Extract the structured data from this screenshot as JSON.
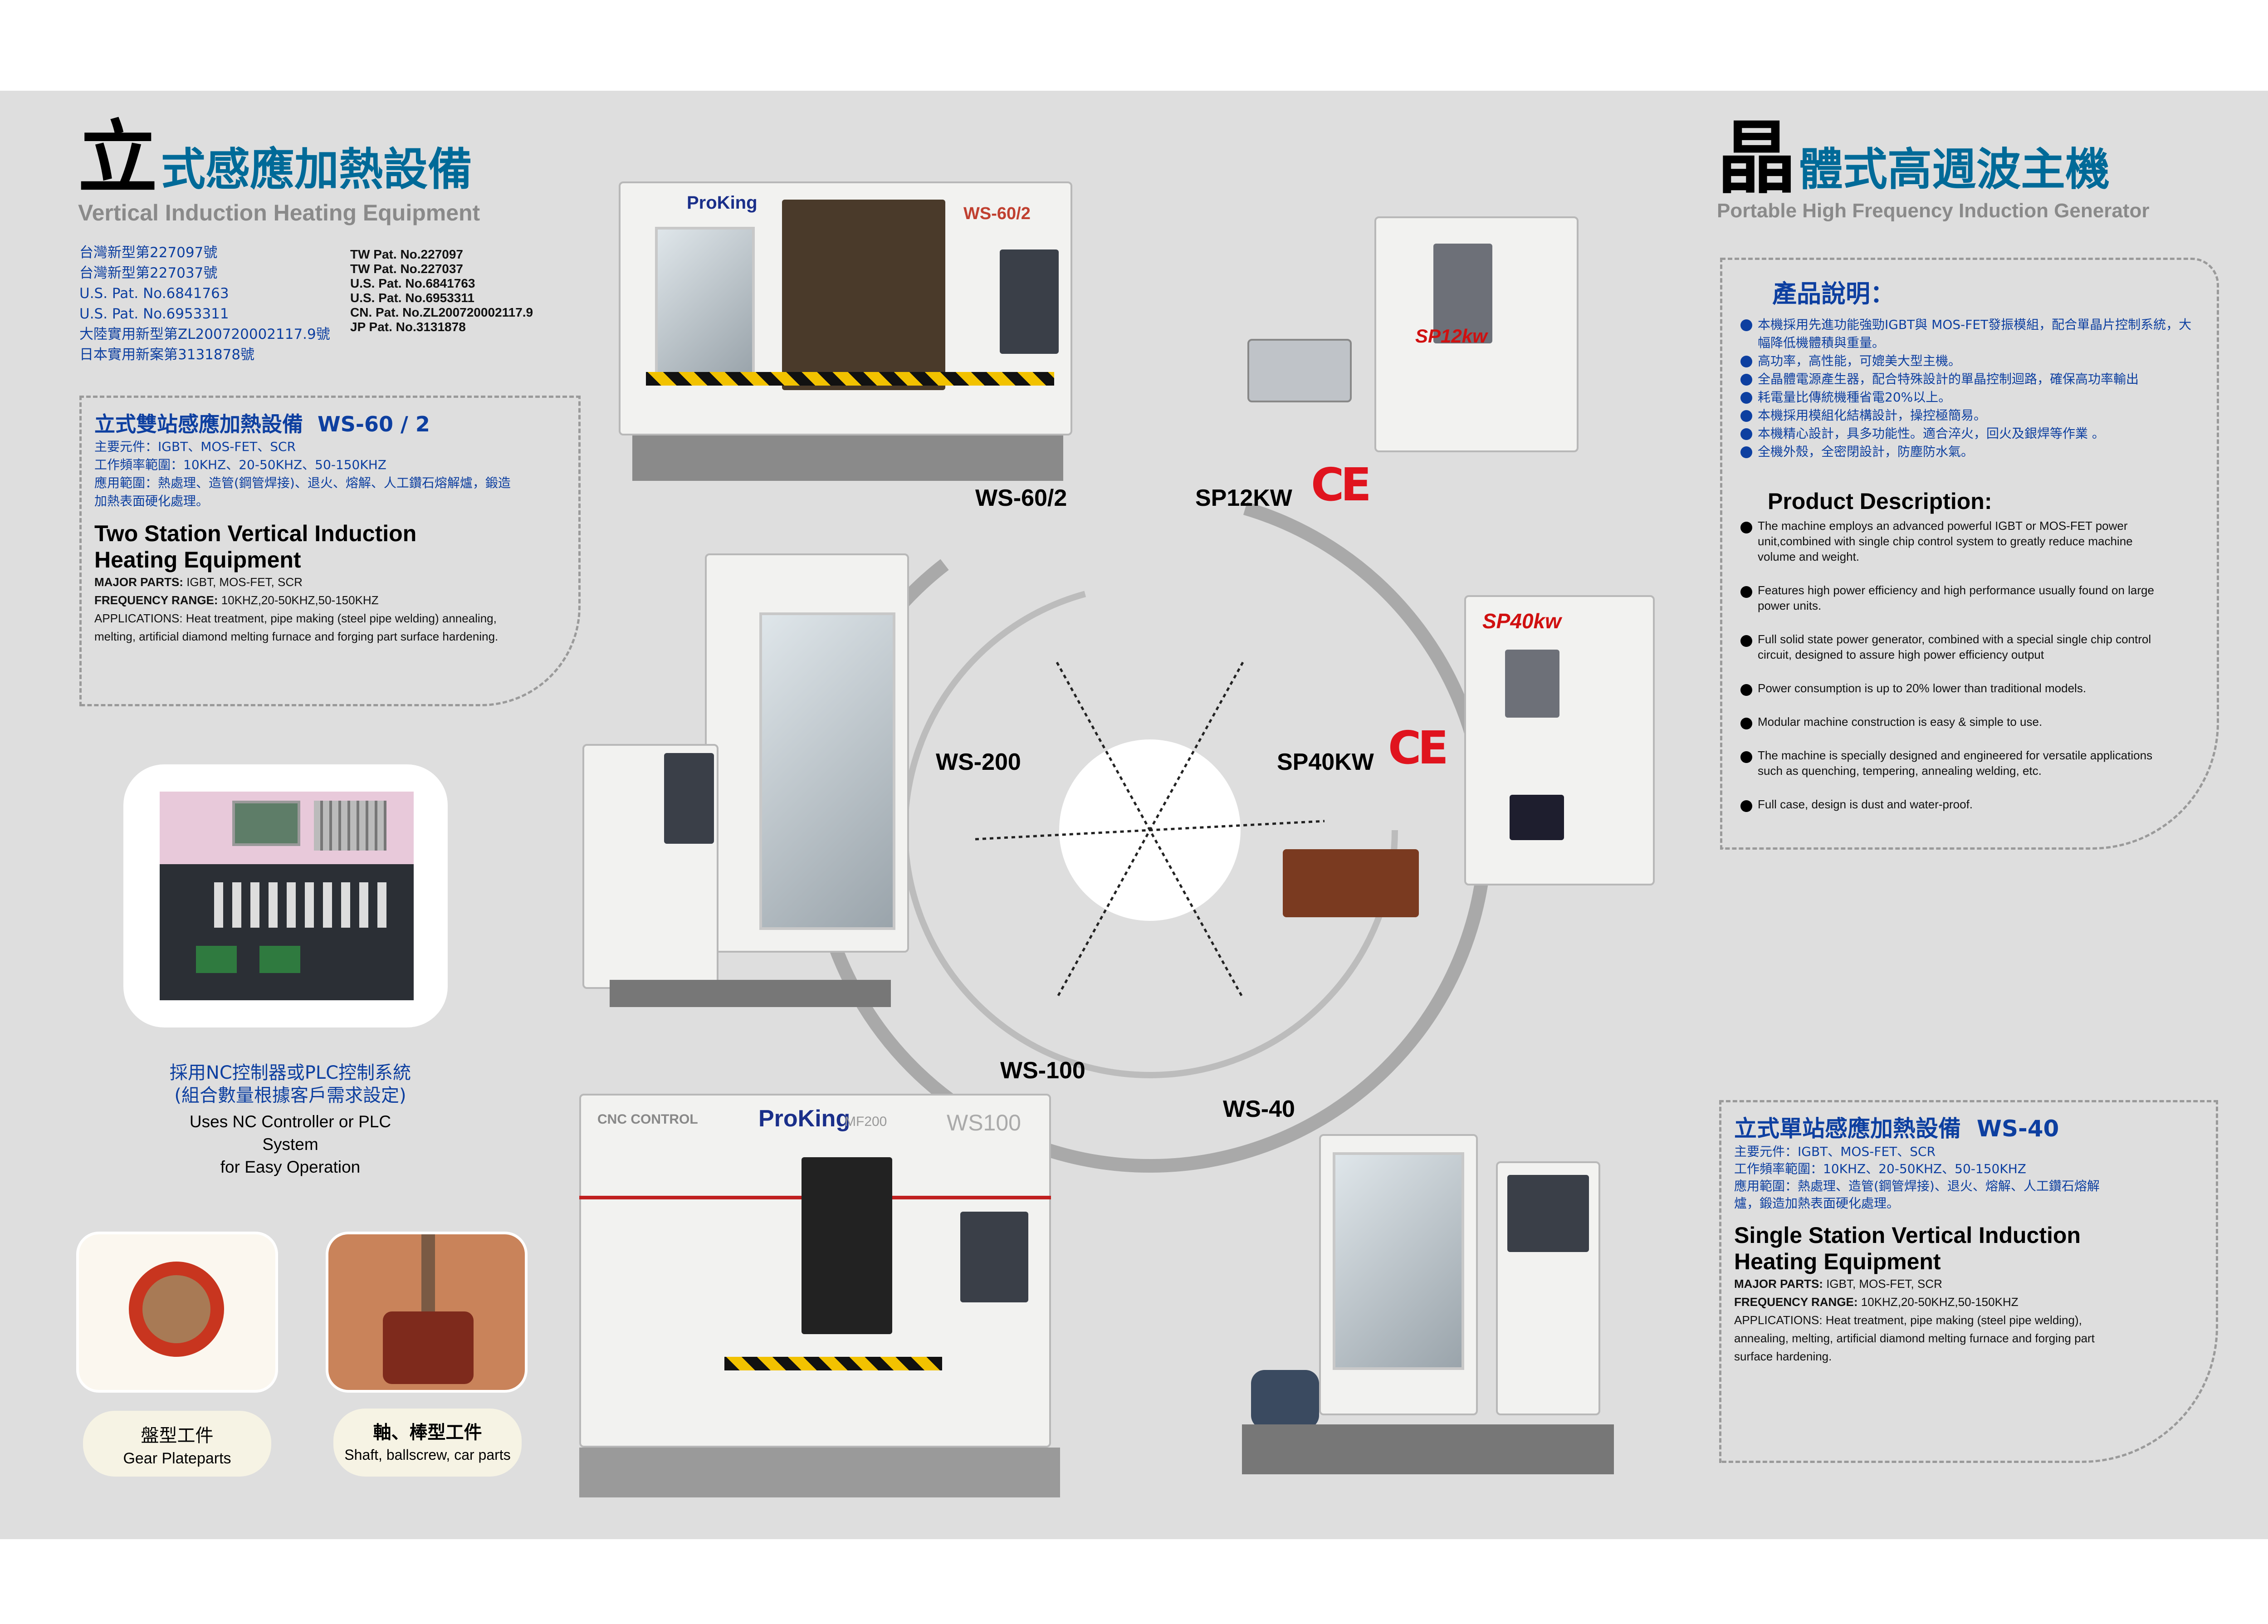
{
  "left_header": {
    "initial": "立",
    "title_rest": "式感應加熱設備",
    "subtitle": "Vertical Induction Heating Equipment"
  },
  "patents_zh": [
    "台灣新型第227097號",
    "台灣新型第227037號",
    "U.S. Pat. No.6841763",
    "U.S. Pat. No.6953311",
    "大陸實用新型第ZL200720002117.9號",
    "日本實用新案第3131878號"
  ],
  "patents_en": [
    "TW Pat. No.227097",
    "TW Pat. No.227037",
    "U.S. Pat. No.6841763",
    "U.S. Pat. No.6953311",
    "CN. Pat. No.ZL200720002117.9",
    "JP Pat. No.3131878"
  ],
  "ws60": {
    "zh_title": "立式雙站感應加熱設備",
    "model": "WS-60 / 2",
    "zh_parts": "主要元件：IGBT、MOS-FET、SCR",
    "zh_freq": "工作頻率範圍：10KHZ、20-50KHZ、50-150KHZ",
    "zh_app": "應用範圍：熱處理、造管(鋼管焊接)、退火、熔解、人工鑽石熔解爐，鍛造加熱表面硬化處理。",
    "en_title": "Two Station Vertical Induction Heating Equipment",
    "parts_label": "MAJOR PARTS:",
    "parts": " IGBT, MOS-FET, SCR",
    "freq_label": "FREQUENCY RANGE:",
    "freq": " 10KHZ,20-50KHZ,50-150KHZ",
    "app": "APPLICATIONS: Heat treatment, pipe making (steel pipe welding) annealing, melting, artificial diamond melting furnace and forging part surface hardening."
  },
  "right_header": {
    "initial": "晶",
    "title_rest": "體式高週波主機",
    "subtitle": "Portable High Frequency Induction Generator"
  },
  "desc": {
    "zh_heading": "產品說明：",
    "zh_items": [
      "本機採用先進功能強勁IGBT與 MOS-FET發振模組，配合單晶片控制系統，大幅降低機體積與重量。",
      "高功率，高性能，可媲美大型主機。",
      "全晶體電源產生器，配合特殊設計的單晶控制迴路，確保高功率輸出",
      "耗電量比傳統機種省電20%以上。",
      "本機採用模組化結構設計，操控極簡易。",
      "本機精心設計，具多功能性。適合淬火，回火及銀焊等作業 。",
      "全機外殼，全密閉設計，防塵防水氣。"
    ],
    "en_heading": "Product Description:",
    "en_items": [
      "The machine employs an advanced powerful IGBT or MOS-FET power unit,combined with single chip control system to greatly  reduce machine volume and weight.",
      "Features high power efficiency and high performance usually found on large power units.",
      "Full solid state power generator, combined with a special single chip control circuit, designed to assure high power efficiency output",
      "Power consumption is up to 20% lower than traditional models.",
      "Modular machine construction is easy & simple to use.",
      "The machine is specially designed and engineered for versatile applications such as quenching, tempering, annealing welding, etc.",
      "Full case, design is dust and water-proof."
    ]
  },
  "ws40": {
    "zh_title": "立式單站感應加熱設備",
    "model": "WS-40",
    "zh_parts": "主要元件：IGBT、MOS-FET、SCR",
    "zh_freq": "工作頻率範圍：10KHZ、20-50KHZ、50-150KHZ",
    "zh_app": "應用範圍：熱處理、造管(鋼管焊接)、退火、熔解、人工鑽石熔解爐，鍛造加熱表面硬化處理。",
    "en_title": "Single Station Vertical Induction Heating Equipment",
    "parts_label": "MAJOR PARTS:",
    "parts": "  IGBT, MOS-FET, SCR",
    "freq_label": "FREQUENCY RANGE:",
    "freq": " 10KHZ,20-50KHZ,50-150KHZ",
    "app": "APPLICATIONS: Heat treatment, pipe making (steel pipe welding), annealing, melting, artificial diamond melting furnace and forging part surface hardening."
  },
  "controller": {
    "zh1": "採用NC控制器或PLC控制系統",
    "zh2": "(組合數量根據客戶需求設定)",
    "en1": "Uses NC Controller or PLC System",
    "en2": "for Easy Operation"
  },
  "parts": [
    {
      "zh": "盤型工件",
      "en": "Gear Plateparts"
    },
    {
      "zh": "軸、棒型工件",
      "en": "Shaft, ballscrew, car parts"
    }
  ],
  "labels": {
    "ws60": "WS-60/2",
    "sp12": "SP12KW",
    "ws200": "WS-200",
    "sp40": "SP40KW",
    "ws100": "WS-100",
    "ws40": "WS-40",
    "ce": "CE"
  },
  "machine_text": {
    "brand": "ProKing",
    "ws60_badge": "WS-60/2",
    "sp12_badge": "SP12kw",
    "sp40_badge": "SP40kw",
    "cnc": "CNC CONTROL",
    "mf200": "MF200",
    "ws100_badge": "WS100"
  },
  "colors": {
    "accent_blue": "#0d3fa0",
    "title_teal": "#006a98",
    "ce_red": "#e0141e",
    "background": "#dedede"
  }
}
